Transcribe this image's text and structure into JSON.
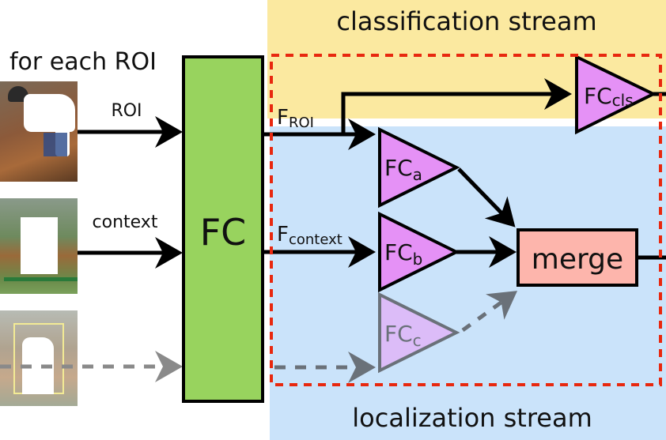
{
  "header": {
    "title": "for each ROI"
  },
  "streams": {
    "classification": {
      "label": "classification stream",
      "color": "#fbe9a0"
    },
    "localization": {
      "label": "localization stream",
      "color": "#cae3fa"
    }
  },
  "inputs": [
    {
      "label": "ROI",
      "arrow": "solid"
    },
    {
      "label": "context",
      "arrow": "solid"
    },
    {
      "label": "",
      "arrow": "dashed"
    }
  ],
  "fc_block": {
    "label": "FC",
    "color": "#98d35e"
  },
  "features": {
    "roi": {
      "base": "F",
      "sub": "ROI"
    },
    "context": {
      "base": "F",
      "sub": "context"
    }
  },
  "heads": {
    "cls": {
      "base": "FC",
      "sub": "cls",
      "color": "#e591f6"
    },
    "a": {
      "base": "FC",
      "sub": "a",
      "color": "#e591f6"
    },
    "b": {
      "base": "FC",
      "sub": "b",
      "color": "#e591f6"
    },
    "c": {
      "base": "FC",
      "sub": "c",
      "color": "#dcbcf8"
    }
  },
  "merge": {
    "label": "merge",
    "color": "#fdb5ac"
  },
  "colors": {
    "dashed_box": "#e8280f",
    "dashed_arrow": "#6a7179"
  }
}
